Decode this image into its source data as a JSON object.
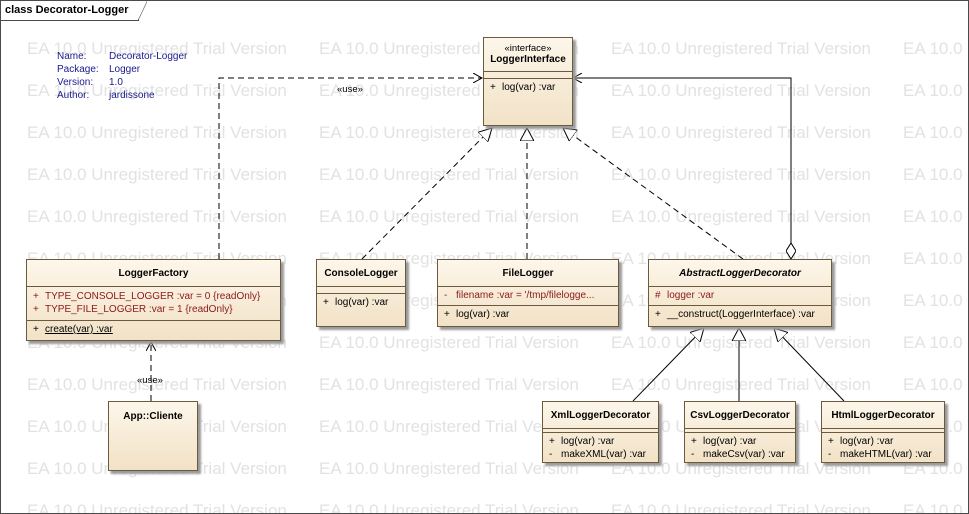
{
  "frame": {
    "title": "class Decorator-Logger"
  },
  "notes": [
    {
      "key": "Name:",
      "value": "Decorator-Logger"
    },
    {
      "key": "Package:",
      "value": "Logger"
    },
    {
      "key": "Version:",
      "value": "1.0"
    },
    {
      "key": "Author:",
      "value": "jardissone"
    }
  ],
  "watermark": {
    "text": "EA 10.0 Unregistered Trial Version"
  },
  "labels": {
    "use_top": "«use»",
    "use_bottom": "«use»"
  },
  "colors": {
    "class_fill_top": "#fdf6ea",
    "class_fill_bottom": "#f2e2c6",
    "class_border": "#6b5a3c",
    "note_text": "#1a1a8c",
    "static_attr": "#8b1a1a",
    "watermark": "#e2e2e2"
  },
  "classes": {
    "logger_interface": {
      "stereotype": "«interface»",
      "name": "LoggerInterface",
      "attributes": [],
      "operations": [
        {
          "vis": "+",
          "text": "log(var)  :var"
        }
      ]
    },
    "logger_factory": {
      "name": "LoggerFactory",
      "attributes": [
        {
          "vis": "+",
          "text": "TYPE_CONSOLE_LOGGER  :var = 0 {readOnly}"
        },
        {
          "vis": "+",
          "text": "TYPE_FILE_LOGGER  :var = 1 {readOnly}"
        }
      ],
      "operations": [
        {
          "vis": "+",
          "text": "create(var)  :var"
        }
      ]
    },
    "console_logger": {
      "name": "ConsoleLogger",
      "operations": [
        {
          "vis": "+",
          "text": "log(var)  :var"
        }
      ]
    },
    "file_logger": {
      "name": "FileLogger",
      "attributes": [
        {
          "vis": "-",
          "text": "filename  :var = '/tmp/filelogge..."
        }
      ],
      "operations": [
        {
          "vis": "+",
          "text": "log(var)  :var"
        }
      ]
    },
    "abstract_decorator": {
      "name": "AbstractLoggerDecorator",
      "attributes": [
        {
          "vis": "#",
          "text": "logger  :var"
        }
      ],
      "operations": [
        {
          "vis": "+",
          "text": "__construct(LoggerInterface)  :var"
        }
      ]
    },
    "app_cliente": {
      "name": "App::Cliente"
    },
    "xml_decorator": {
      "name": "XmlLoggerDecorator",
      "operations": [
        {
          "vis": "+",
          "text": "log(var)  :var"
        },
        {
          "vis": "-",
          "text": "makeXML(var)  :var"
        }
      ]
    },
    "csv_decorator": {
      "name": "CsvLoggerDecorator",
      "operations": [
        {
          "vis": "+",
          "text": "log(var)  :var"
        },
        {
          "vis": "-",
          "text": "makeCsv(var)  :var"
        }
      ]
    },
    "html_decorator": {
      "name": "HtmlLoggerDecorator",
      "operations": [
        {
          "vis": "+",
          "text": "log(var)  :var"
        },
        {
          "vis": "-",
          "text": "makeHTML(var)  :var"
        }
      ]
    }
  }
}
